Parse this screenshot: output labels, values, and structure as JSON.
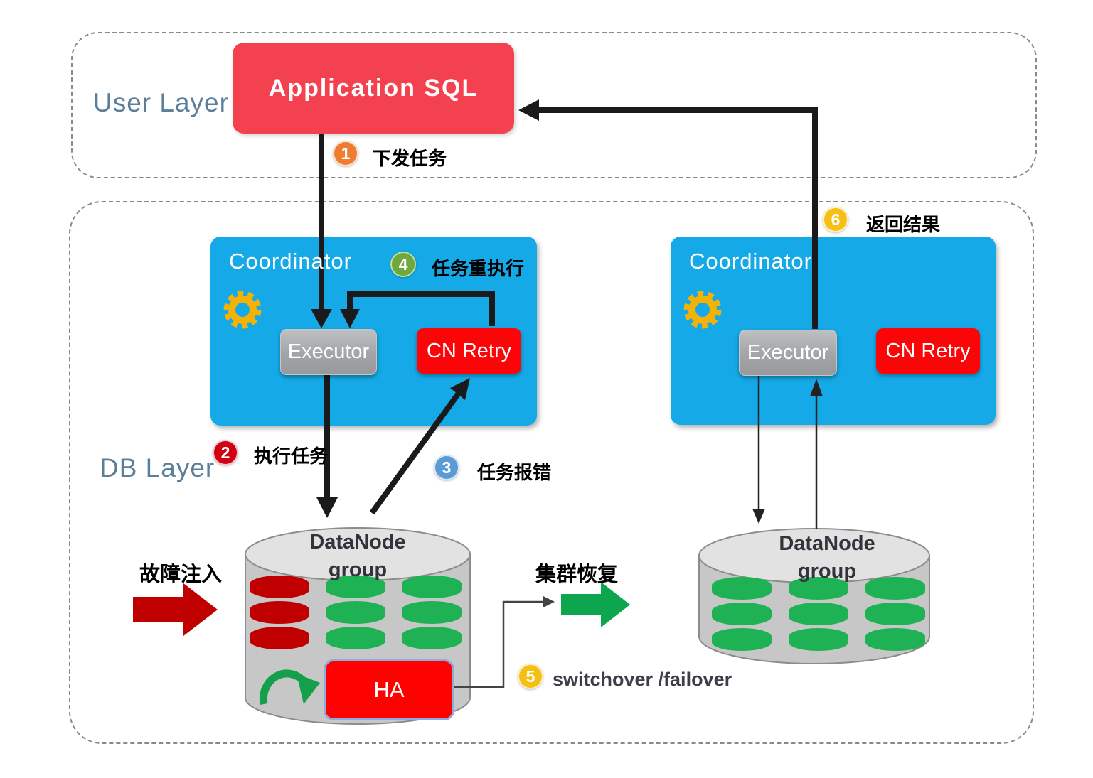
{
  "user_layer": {
    "label": "User Layer",
    "application_box_label": "Application SQL"
  },
  "db_layer": {
    "label": "DB Layer"
  },
  "coordinators": [
    {
      "title": "Coordinator",
      "executor_label": "Executor",
      "cn_retry_label": "CN Retry"
    },
    {
      "title": "Coordinator",
      "executor_label": "Executor",
      "cn_retry_label": "CN Retry"
    }
  ],
  "datanode_groups": [
    {
      "title_line1": "DataNode",
      "title_line2": "group",
      "ha_label": "HA"
    },
    {
      "title_line1": "DataNode",
      "title_line2": "group"
    }
  ],
  "steps": [
    {
      "num": "1",
      "label": "下发任务",
      "color": "#EE7D31"
    },
    {
      "num": "2",
      "label": "执行任务",
      "color": "#CE0012"
    },
    {
      "num": "3",
      "label": "任务报错",
      "color": "#5B9BD5"
    },
    {
      "num": "4",
      "label": "任务重执行",
      "color": "#6FA83F"
    },
    {
      "num": "5",
      "label": "switchover /failover",
      "color": "#F5C013"
    },
    {
      "num": "6",
      "label": "返回结果",
      "color": "#F5C013"
    }
  ],
  "annotations": {
    "fault_injection": "故障注入",
    "cluster_recovery": "集群恢复"
  },
  "colors": {
    "coordinator_bg": "#16A9E7",
    "application_bg": "#F4414F",
    "cn_retry_bg": "#FB0509",
    "ha_bg": "#FE0101",
    "ha_border": "#8FAADC",
    "executor_bg": "#A2A4A7",
    "cylinder_body": "#C7C7C7",
    "cylinder_top": "#E2E2E2",
    "disk_red": "#C00000",
    "disk_green": "#1FB254",
    "fault_arrow": "#C00000",
    "recovery_arrow": "#0DA64F",
    "gear": "#F3B206",
    "layer_label": "#5B7E99"
  }
}
